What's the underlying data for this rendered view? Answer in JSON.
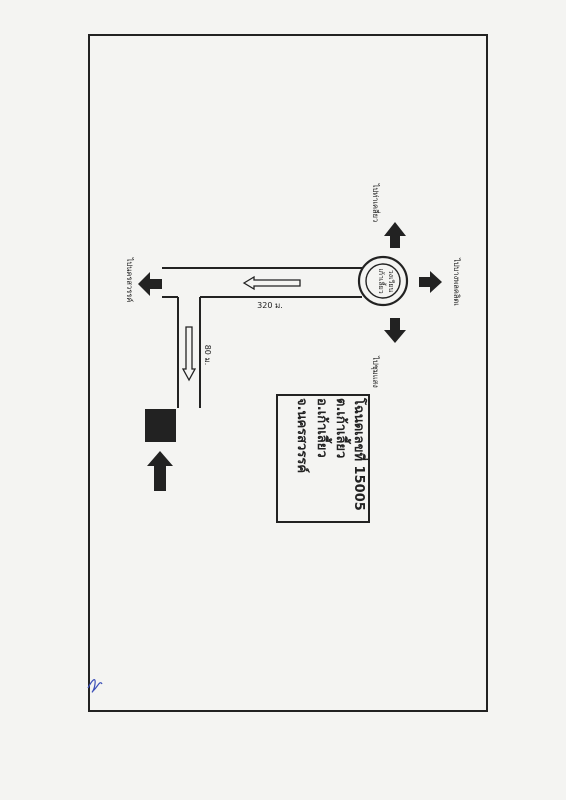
{
  "roundabout_label": [
    "วงเวียน",
    "เก้าเลี้ยว"
  ],
  "directions": {
    "top": "ไปท่าเคลี่ยว",
    "right": "ไปบางพลคลิตเ",
    "bottom": "ไปชุมแสง",
    "left_road": "ไปนครสวรรค์"
  },
  "distances": {
    "main_road": "320 ม.",
    "side_road": "80 ม."
  },
  "address_box": {
    "line1": "โฉนดเลขที่ 15005",
    "line2": "ต.เก้าเลี้ยว",
    "line3": "อ.เก้าเลี้ยว",
    "line4": "จ.นครสวรรค์"
  },
  "colors": {
    "ink": "#222222",
    "paper": "#f4f4f2"
  },
  "icons": [
    "signature-mark"
  ]
}
